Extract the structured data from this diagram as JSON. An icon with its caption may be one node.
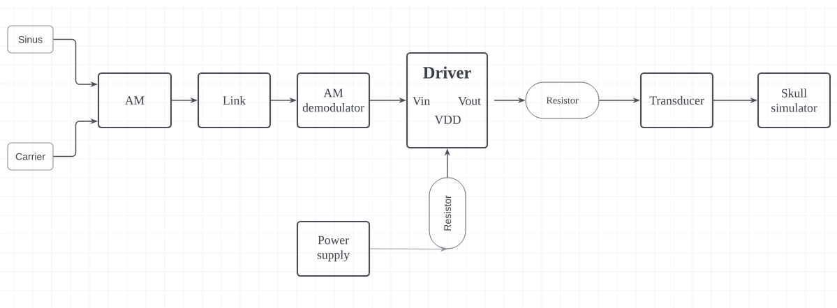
{
  "diagram": {
    "nodes": [
      {
        "text": [
          "Sinus"
        ]
      },
      {
        "text": [
          "Carrier"
        ]
      },
      {
        "text": [
          "AM"
        ]
      },
      {
        "text": [
          "Link"
        ]
      },
      {
        "text": [
          "AM demodulator"
        ]
      },
      {
        "text": [
          "Driver",
          "Vin",
          "Vout",
          "VDD"
        ]
      },
      {
        "text": [
          "Resistor"
        ]
      },
      {
        "text": [
          "Transducer"
        ]
      },
      {
        "text": [
          "Skull simulator"
        ]
      },
      {
        "text": [
          "Power supply"
        ]
      },
      {
        "text": [
          "Resistor"
        ]
      }
    ],
    "edges": [
      {
        "from": 0,
        "to": 2,
        "arrow": "to"
      },
      {
        "from": 1,
        "to": 2,
        "arrow": "to"
      },
      {
        "from": 2,
        "to": 3,
        "arrow": "to"
      },
      {
        "from": 3,
        "to": 4,
        "arrow": "to"
      },
      {
        "from": 4,
        "to": 5,
        "arrow": "to"
      },
      {
        "from": 5,
        "to": 6,
        "arrow": "to"
      },
      {
        "from": 6,
        "to": 7,
        "arrow": "to"
      },
      {
        "from": 7,
        "to": 8,
        "arrow": "to"
      },
      {
        "from": 9,
        "to": 10,
        "arrow": "to"
      },
      {
        "from": 10,
        "to": 5,
        "arrow": "to"
      }
    ]
  }
}
